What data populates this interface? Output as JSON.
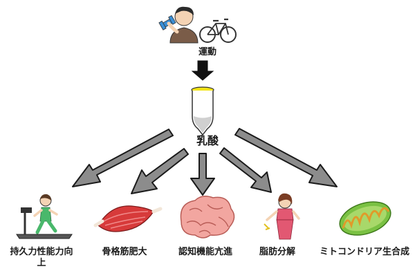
{
  "source": {
    "label": "運動",
    "icons": [
      "dumbbell-man-icon",
      "bicycle-icon"
    ]
  },
  "tube": {
    "icon": "test-tube-icon"
  },
  "center": {
    "label": "乳酸"
  },
  "effects": [
    {
      "label": "持久力性能力向上",
      "icon": "treadmill-runner-icon"
    },
    {
      "label": "骨格筋肥大",
      "icon": "muscle-fiber-icon"
    },
    {
      "label": "認知機能亢進",
      "icon": "brain-icon"
    },
    {
      "label": "脂肪分解",
      "icon": "slimming-woman-icon"
    },
    {
      "label": "ミトコンドリア生合成",
      "icon": "mitochondria-icon"
    }
  ],
  "colors": {
    "arrow_fill": "#8c8c8c",
    "arrow_stroke": "#1a1a1a",
    "tube_cap": "#f2e418",
    "muscle": "#d73a3a",
    "brain": "#f2a6a0",
    "mitochondria": "#7ac143"
  }
}
